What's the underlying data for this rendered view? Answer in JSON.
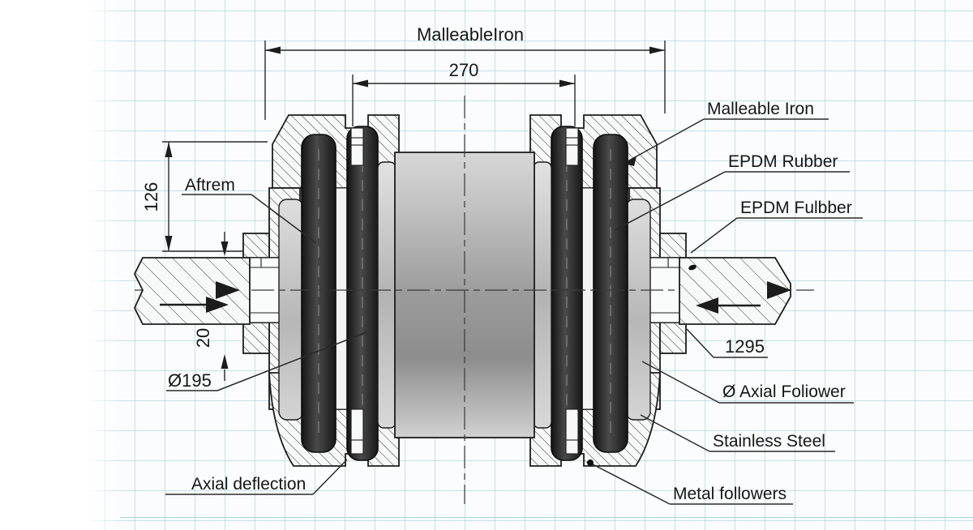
{
  "meta": {
    "type": "technical-cross-section-drawing",
    "subject": "roller-coupling-assembly"
  },
  "colors": {
    "grid": "#7dbccc",
    "paper": "#fbfcfd",
    "line": "#1c1c1c",
    "ring_dark": "#1e1e1e",
    "drum_mid": "#9a9a9a",
    "follower_gray": "#c9c9c9"
  },
  "dimensions": {
    "overall": "MalleableIron",
    "inner_width": "270",
    "height_left": "126",
    "gap": "20",
    "bore_diameter": "Ø195",
    "shaft_length": "1295"
  },
  "callouts": {
    "left": {
      "aftrem": "Aftrem",
      "axial_deflection": "Axial deflection"
    },
    "right": {
      "malleable_iron": "Malleable Iron",
      "epdm_rubber": "EPDM Rubber",
      "epdm_fulbber": "EPDM Fulbber",
      "axial_follower": "Ø Axial Foliower",
      "stainless_steel": "Stainless Steel",
      "metal_followers": "Metal followers"
    }
  }
}
